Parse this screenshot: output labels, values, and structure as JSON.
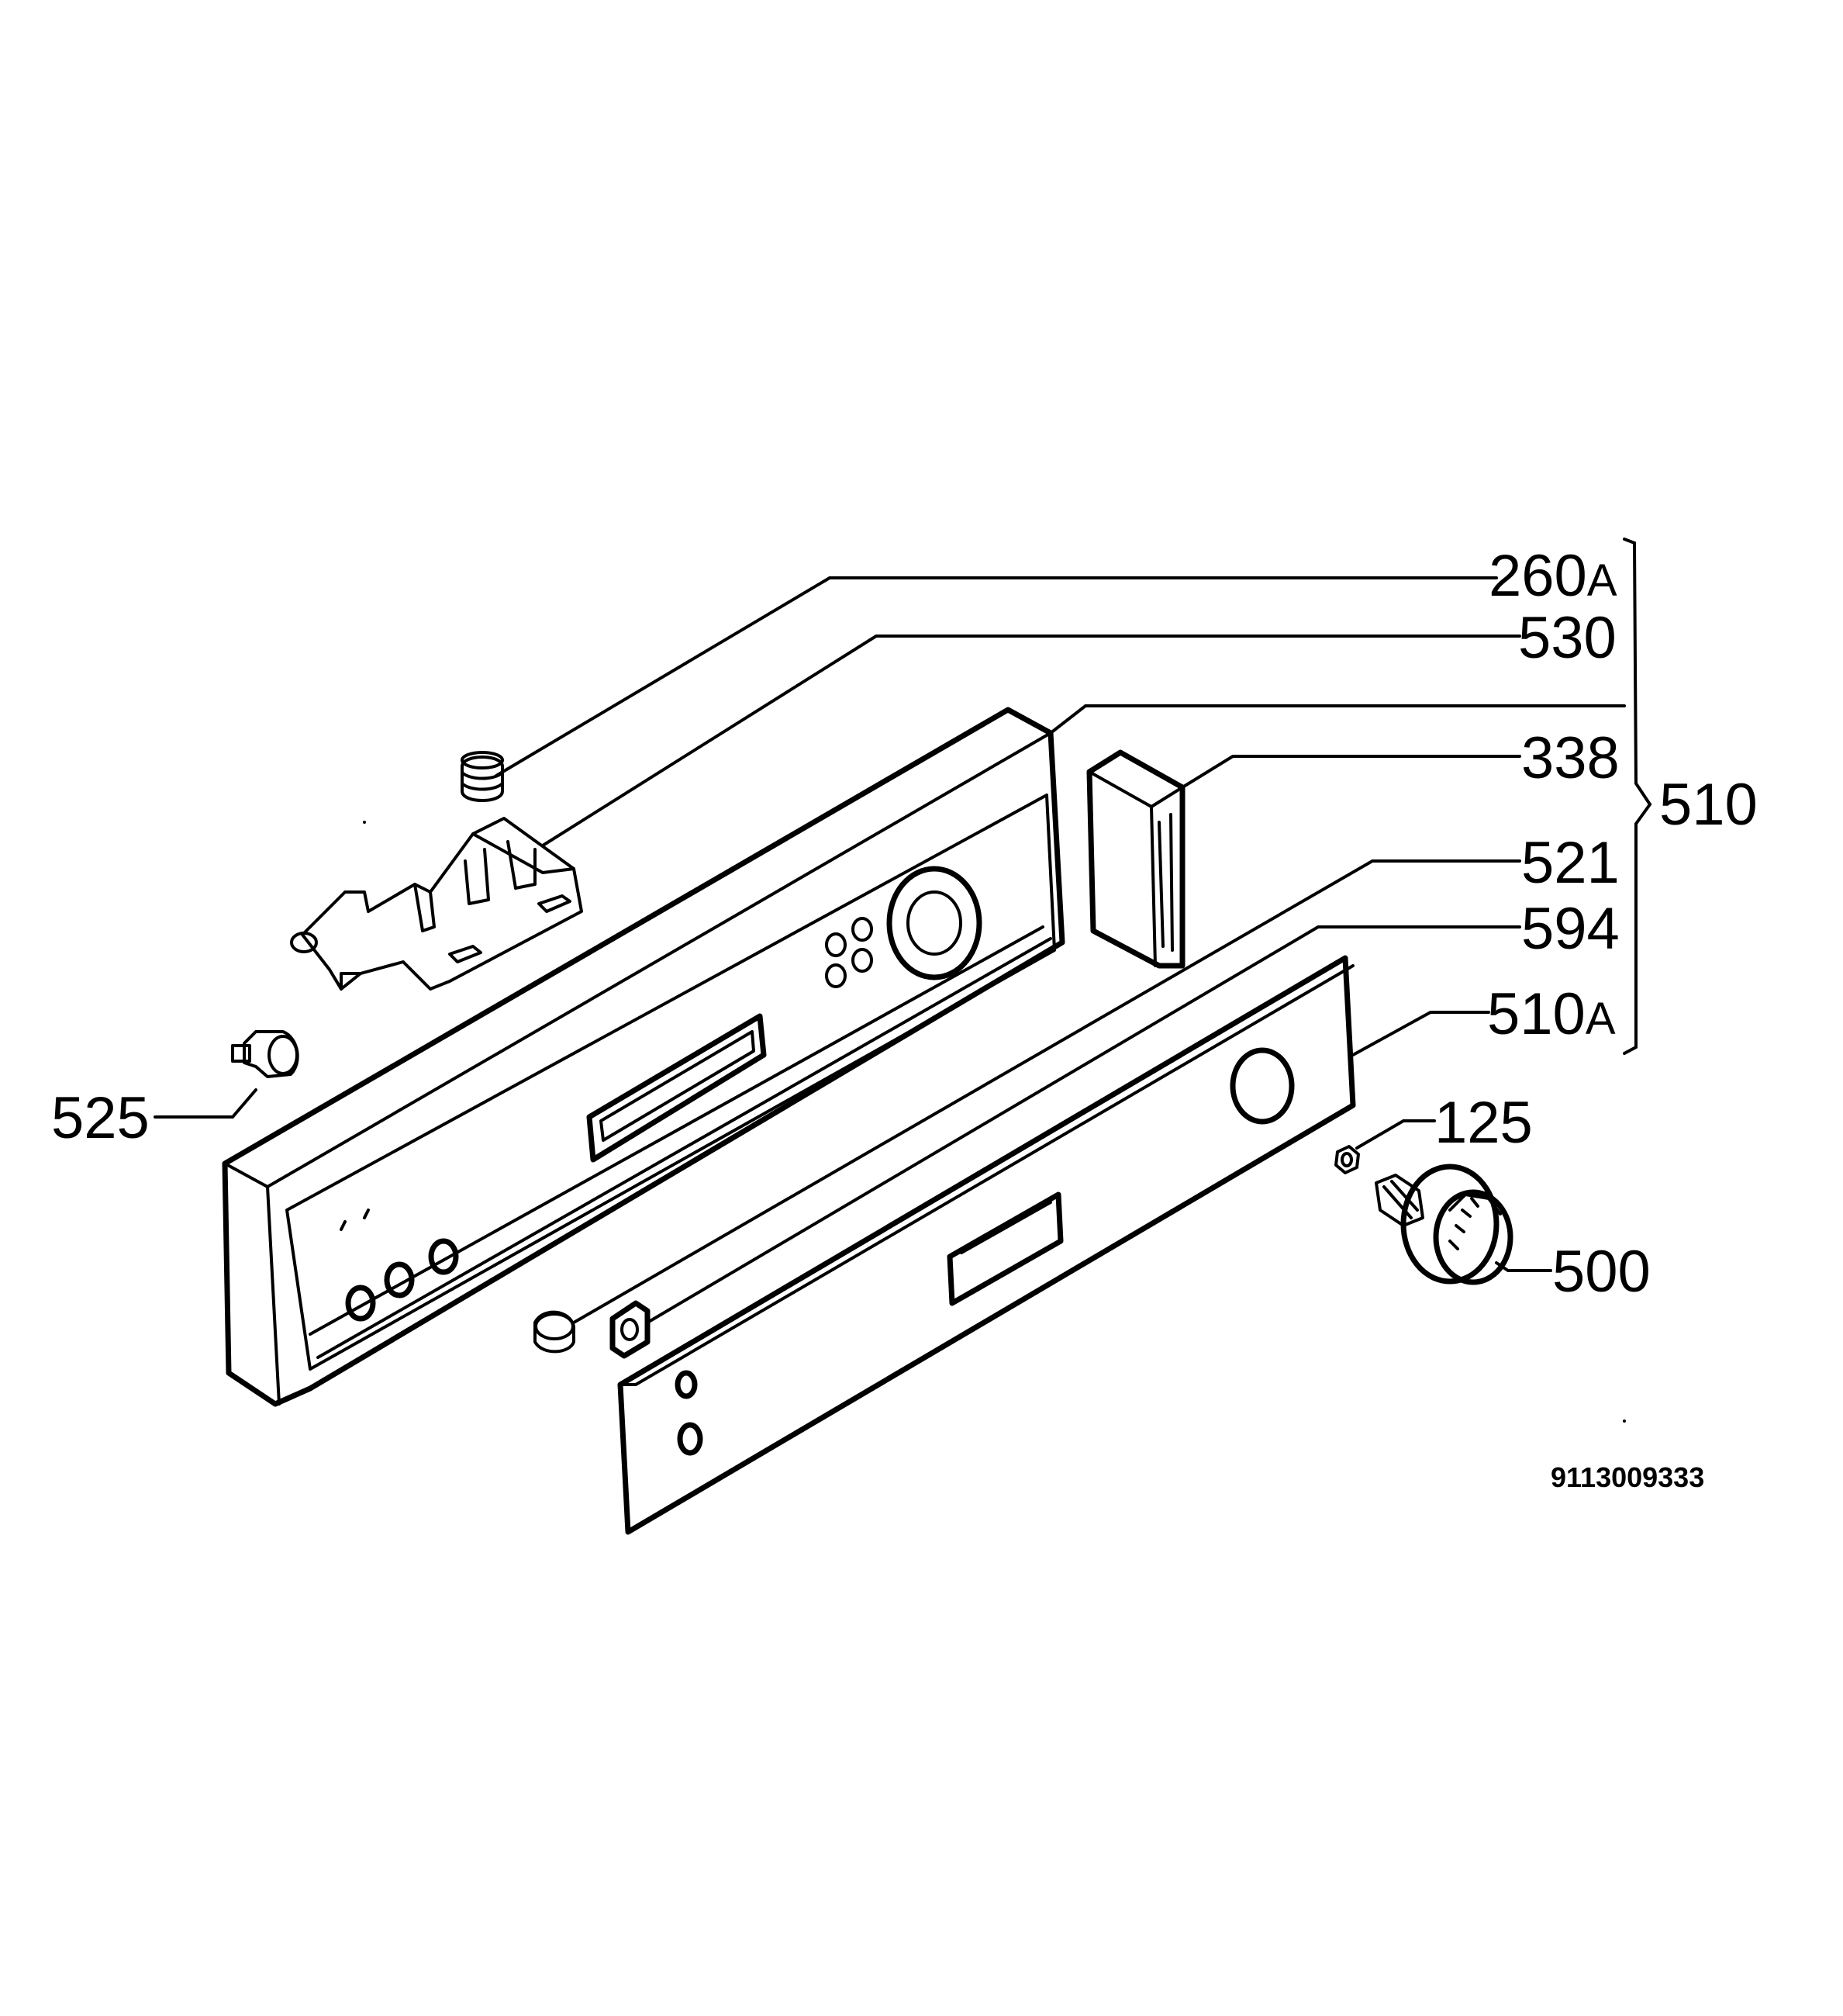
{
  "diagram": {
    "callouts": {
      "c260A": {
        "number": "260",
        "suffix": "A"
      },
      "c530": {
        "number": "530"
      },
      "c338": {
        "number": "338"
      },
      "c510": {
        "number": "510"
      },
      "c521": {
        "number": "521"
      },
      "c594": {
        "number": "594"
      },
      "c510A": {
        "number": "510",
        "suffix": "A"
      },
      "c525": {
        "number": "525"
      },
      "c125": {
        "number": "125"
      },
      "c500": {
        "number": "500"
      }
    },
    "drawing_number": "9113009333"
  }
}
